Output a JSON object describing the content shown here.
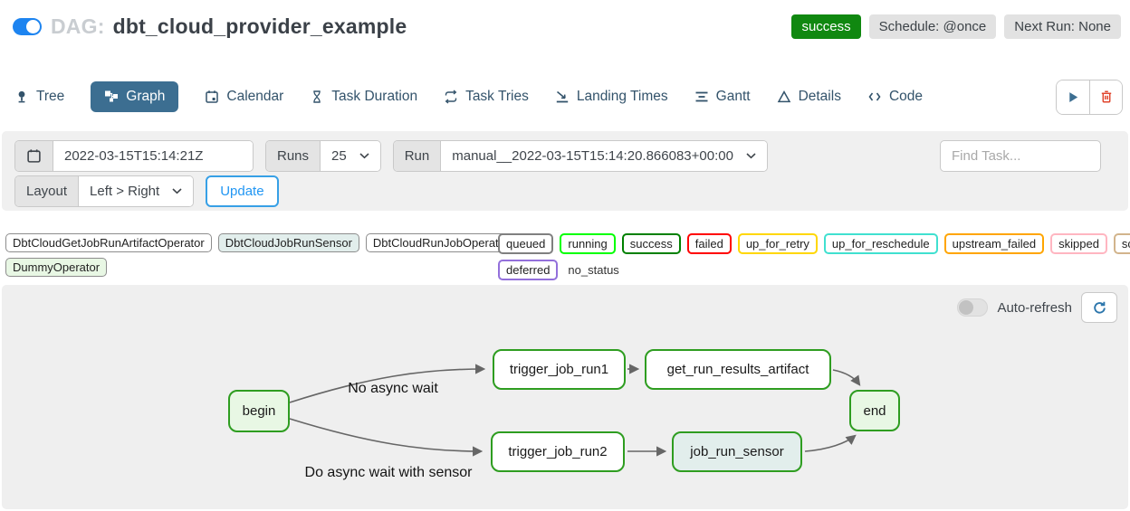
{
  "header": {
    "dag_label": "DAG:",
    "dag_name": "dbt_cloud_provider_example",
    "badges": {
      "status": "success",
      "schedule": "Schedule: @once",
      "next_run": "Next Run: None"
    }
  },
  "colors": {
    "toggle_on_blue": "#1d84f0",
    "active_tab_bg": "#3c6e91",
    "success_badge_green": "#108810",
    "node_border_green": "#2e9d20",
    "edge_gray": "#666666",
    "update_button_blue": "#2196f3"
  },
  "tabs": [
    {
      "label": "Tree"
    },
    {
      "label": "Graph"
    },
    {
      "label": "Calendar"
    },
    {
      "label": "Task Duration"
    },
    {
      "label": "Task Tries"
    },
    {
      "label": "Landing Times"
    },
    {
      "label": "Gantt"
    },
    {
      "label": "Details"
    },
    {
      "label": "Code"
    }
  ],
  "filters": {
    "execution_date": "2022-03-15T15:14:21Z",
    "runs_label": "Runs",
    "runs_value": "25",
    "run_label": "Run",
    "run_value": "manual__2022-03-15T15:14:20.866083+00:00",
    "find_task_placeholder": "Find Task...",
    "layout_label": "Layout",
    "layout_value": "Left > Right",
    "update_label": "Update"
  },
  "legend": {
    "operators": [
      {
        "name": "DbtCloudGetJobRunArtifactOperator",
        "fill": "#ffffff"
      },
      {
        "name": "DbtCloudJobRunSensor",
        "fill": "#e2eeec"
      },
      {
        "name": "DbtCloudRunJobOperator",
        "fill": "#ffffff"
      },
      {
        "name": "DummyOperator",
        "fill": "#e8f7e4"
      }
    ],
    "states": [
      {
        "name": "queued",
        "color": "#808080"
      },
      {
        "name": "running",
        "color": "#00ff00"
      },
      {
        "name": "success",
        "color": "#008000"
      },
      {
        "name": "failed",
        "color": "#ff0000"
      },
      {
        "name": "up_for_retry",
        "color": "#ffd700"
      },
      {
        "name": "up_for_reschedule",
        "color": "#40e0d0"
      },
      {
        "name": "upstream_failed",
        "color": "#ffa500"
      },
      {
        "name": "skipped",
        "color": "#ffb6c1"
      },
      {
        "name": "scheduled",
        "color": "#d2b48c"
      },
      {
        "name": "deferred",
        "color": "#9370db"
      },
      {
        "name": "no_status",
        "color": "transparent"
      }
    ]
  },
  "graph": {
    "auto_refresh_label": "Auto-refresh",
    "nodes": [
      {
        "id": "begin",
        "label": "begin",
        "fill": "#e8f7e4"
      },
      {
        "id": "trigger_job_run1",
        "label": "trigger_job_run1",
        "fill": "#ffffff"
      },
      {
        "id": "get_run_results_artifact",
        "label": "get_run_results_artifact",
        "fill": "#ffffff"
      },
      {
        "id": "end",
        "label": "end",
        "fill": "#e8f7e4"
      },
      {
        "id": "trigger_job_run2",
        "label": "trigger_job_run2",
        "fill": "#ffffff"
      },
      {
        "id": "job_run_sensor",
        "label": "job_run_sensor",
        "fill": "#e2eeec"
      }
    ],
    "edge_labels": [
      {
        "text": "No async wait"
      },
      {
        "text": "Do async wait with sensor"
      }
    ]
  }
}
